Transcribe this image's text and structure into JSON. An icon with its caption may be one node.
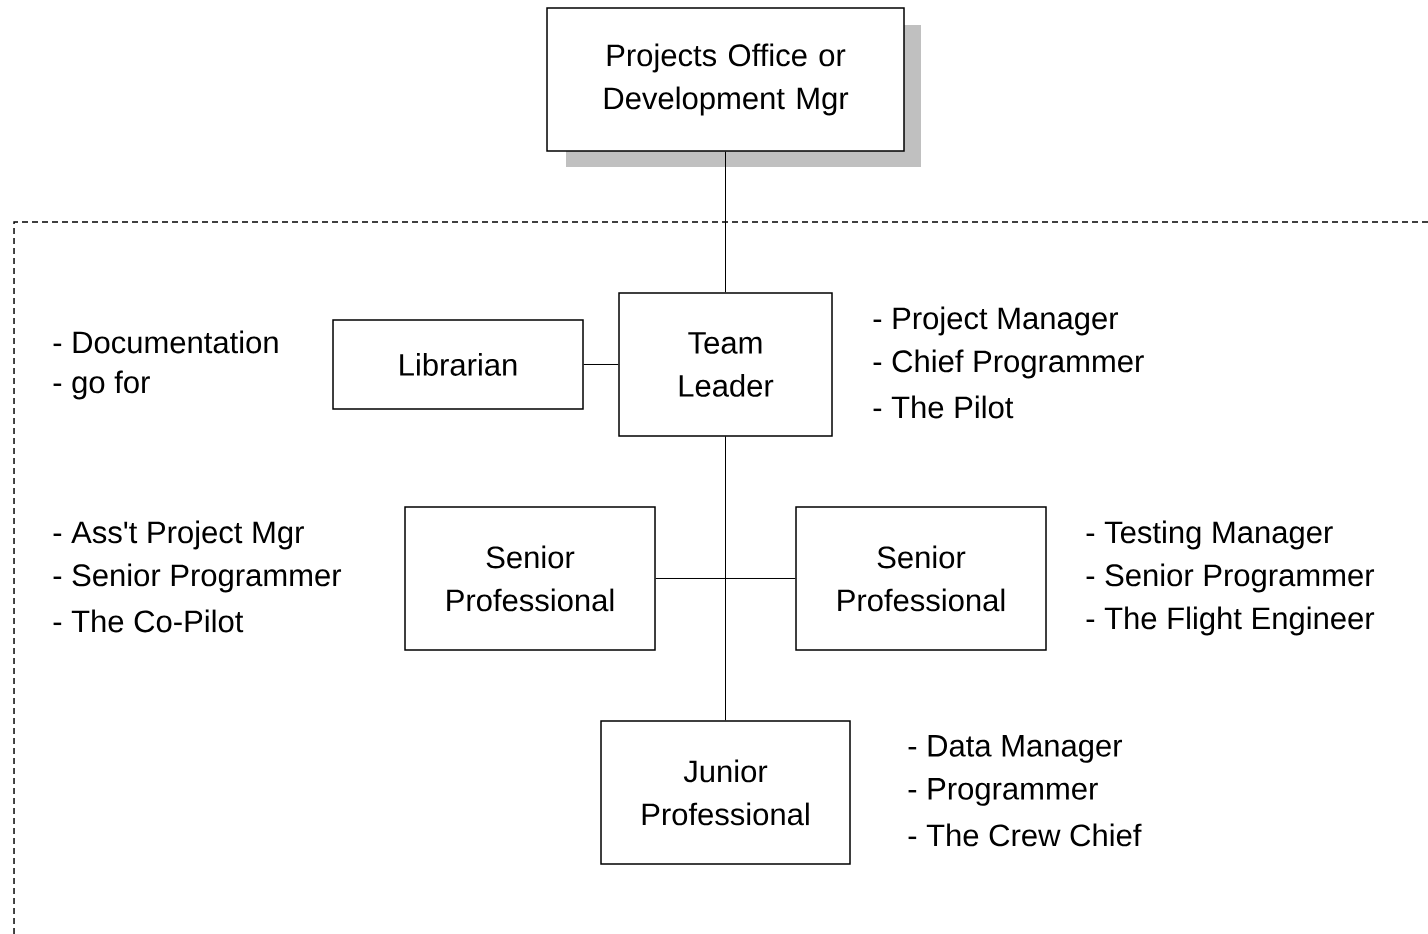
{
  "diagram": {
    "nodes": [
      {
        "text": [
          "Projects Office or Development Mgr"
        ]
      },
      {
        "text": [
          "Librarian"
        ],
        "beside": [
          "- Documentation",
          "- go for"
        ]
      },
      {
        "text": [
          "Team Leader"
        ],
        "beside": [
          "- Project Manager",
          "- Chief Programmer",
          "- The Pilot"
        ]
      },
      {
        "text": [
          "Senior Professional"
        ],
        "beside": [
          "- Ass't Project Mgr",
          "- Senior Programmer",
          "- The Co-Pilot"
        ]
      },
      {
        "text": [
          "Senior Professional"
        ],
        "beside": [
          "- Testing Manager",
          "- Senior Programmer",
          "- The Flight Engineer"
        ]
      },
      {
        "text": [
          "Junior Professional"
        ],
        "beside": [
          "- Data Manager",
          "- Programmer",
          "- The Crew Chief"
        ]
      }
    ],
    "edges": [
      {
        "from": 0,
        "to": 2,
        "arrow": "none"
      },
      {
        "from": 1,
        "to": 2,
        "arrow": "none"
      },
      {
        "from": 2,
        "to": 3,
        "arrow": "none"
      },
      {
        "from": 2,
        "to": 4,
        "arrow": "none"
      },
      {
        "from": 2,
        "to": 5,
        "arrow": "none"
      }
    ]
  }
}
